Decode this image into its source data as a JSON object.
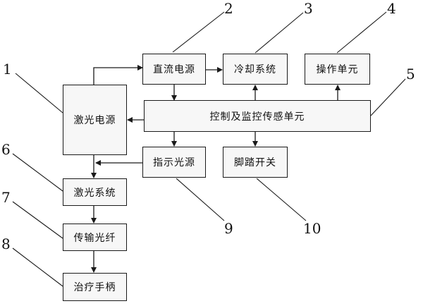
{
  "blocks": {
    "laser_power": "激光电源",
    "dc_power": "直流电源",
    "cooling": "冷却系统",
    "operation": "操作单元",
    "control": "控制及监控传感单元",
    "indicator": "指示光源",
    "foot_switch": "脚踏开关",
    "laser_system": "激光系统",
    "fiber": "传输光纤",
    "handpiece": "治疗手柄"
  },
  "callouts": {
    "n1": "1",
    "n2": "2",
    "n3": "3",
    "n4": "4",
    "n5": "5",
    "n6": "6",
    "n7": "7",
    "n8": "8",
    "n9": "9",
    "n10": "10"
  },
  "colors": {
    "line": "#1a1a1a",
    "box_fill": "#f7f7f7"
  }
}
